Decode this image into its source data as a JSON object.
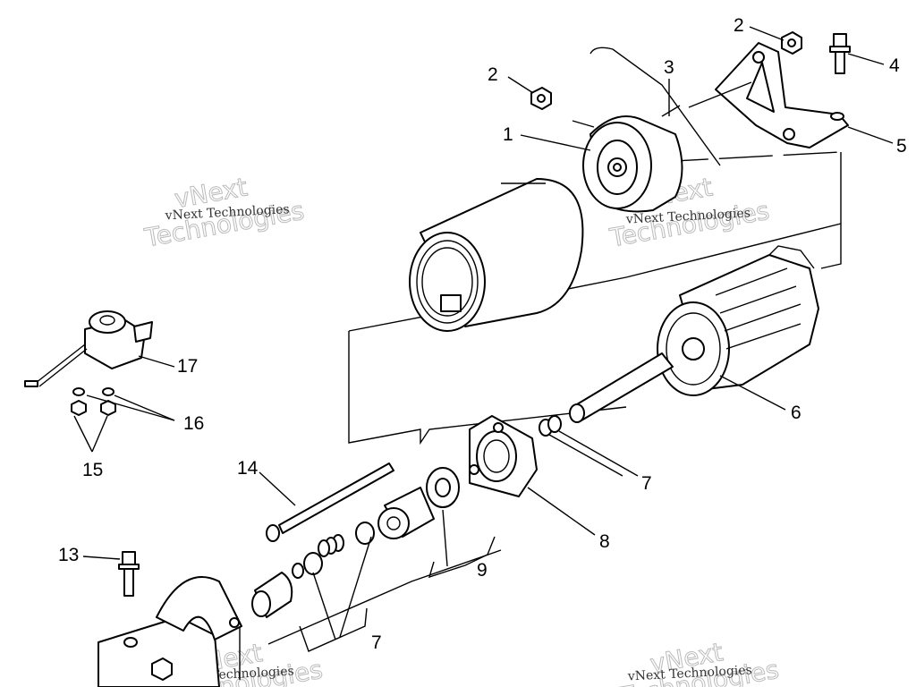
{
  "diagram": {
    "callouts": [
      "1",
      "2",
      "2",
      "3",
      "4",
      "5",
      "6",
      "7",
      "7",
      "8",
      "9",
      "13",
      "14",
      "15",
      "16",
      "17"
    ],
    "watermarks": [
      {
        "line1": "vNext",
        "line2": "Technologies",
        "caption": "vNext Technologies"
      },
      {
        "line1": "vNext",
        "line2": "Technologies",
        "caption": "vNext Technologies"
      },
      {
        "line1": "vNext",
        "line2": "Technologies",
        "caption": "vNext Technologies"
      },
      {
        "line1": "vNext",
        "line2": "Technologies",
        "caption": "vNext Technologies"
      }
    ]
  }
}
